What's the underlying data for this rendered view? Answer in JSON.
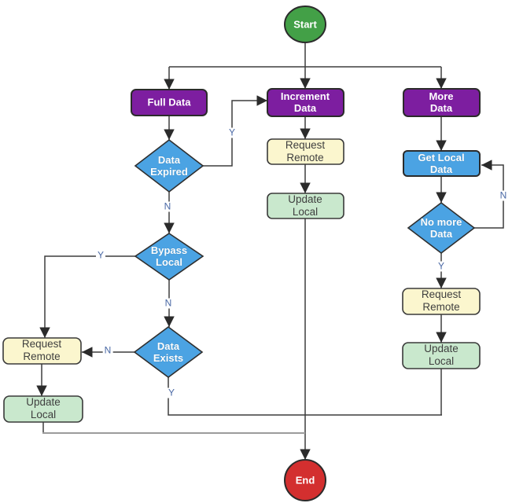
{
  "diagram_type": "flowchart",
  "colors": {
    "branch_purple": "#7d1ea0",
    "decision_blue": "#4ba3e3",
    "process_yellow": "#fbf6ce",
    "process_green": "#c9e8cd",
    "start_green": "#43a047",
    "end_red": "#d32f2f",
    "connector": "#3d3d3d",
    "merge_connector": "#9b9b9b",
    "edge_label_text": "#4a69a5"
  },
  "nodes": {
    "start": "Start",
    "full_data": "Full Data",
    "increment_data": [
      "Increment",
      "Data"
    ],
    "more_data": [
      "More",
      "Data"
    ],
    "data_expired": [
      "Data",
      "Expired"
    ],
    "bypass_local": [
      "Bypass",
      "Local"
    ],
    "data_exists": [
      "Data",
      "Exists"
    ],
    "get_local_data": [
      "Get Local",
      "Data"
    ],
    "no_more_data": [
      "No more",
      "Data"
    ],
    "request_remote_mid": [
      "Request",
      "Remote"
    ],
    "update_local_mid": [
      "Update",
      "Local"
    ],
    "request_remote_left": [
      "Request",
      "Remote"
    ],
    "update_local_left": [
      "Update",
      "Local"
    ],
    "request_remote_right": [
      "Request",
      "Remote"
    ],
    "update_local_right": [
      "Update",
      "Local"
    ],
    "end": "End"
  },
  "edge_labels": {
    "data_expired_yes": "Y",
    "data_expired_no": "N",
    "bypass_local_yes": "Y",
    "bypass_local_no": "N",
    "data_exists_no": "N",
    "data_exists_yes": "Y",
    "no_more_data_no": "N",
    "no_more_data_yes": "Y"
  }
}
